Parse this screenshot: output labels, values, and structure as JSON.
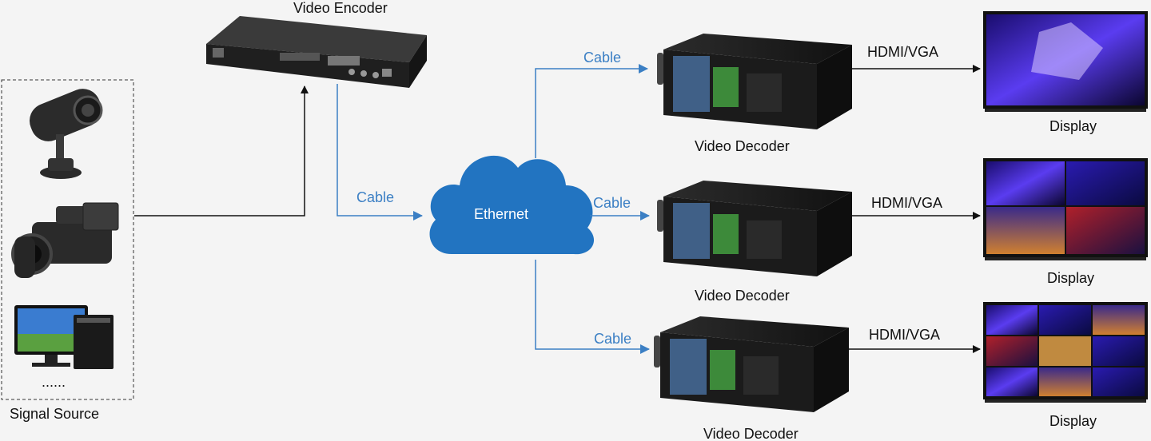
{
  "encoder": {
    "label": "Video Encoder"
  },
  "network": {
    "label": "Ethernet"
  },
  "signal_source": {
    "label": "Signal Source",
    "more": "......"
  },
  "connections": {
    "cable_encoder": "Cable",
    "cable_decoder_1": "Cable",
    "cable_decoder_2": "Cable",
    "cable_decoder_3": "Cable"
  },
  "decoders": [
    {
      "label": "Video Decoder",
      "output": "HDMI/VGA",
      "display": "Display"
    },
    {
      "label": "Video Decoder",
      "output": "HDMI/VGA",
      "display": "Display"
    },
    {
      "label": "Video Decoder",
      "output": "HDMI/VGA",
      "display": "Display"
    }
  ],
  "colors": {
    "link_blue": "#3b7fc4",
    "cloud_blue": "#2274c1",
    "line_black": "#111111",
    "background": "#f4f4f4"
  },
  "icons": [
    "security-camera-icon",
    "camcorder-icon",
    "desktop-computer-icon",
    "video-encoder-device",
    "cloud-icon",
    "video-decoder-chassis",
    "display-screen"
  ]
}
